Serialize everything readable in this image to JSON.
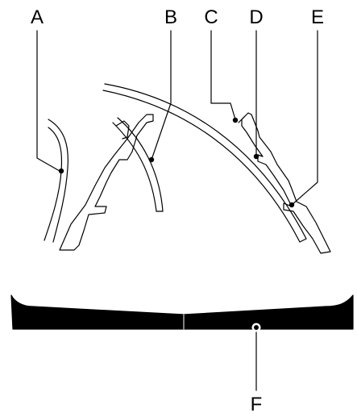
{
  "diagram": {
    "labels": {
      "a": "A",
      "b": "B",
      "c": "C",
      "d": "D",
      "e": "E",
      "f": "F"
    },
    "colors": {
      "line": "#000000",
      "fill": "#000000",
      "background": "#ffffff"
    }
  }
}
